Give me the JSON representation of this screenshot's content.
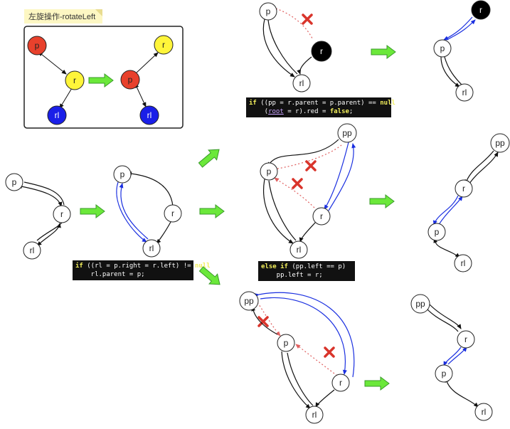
{
  "note": {
    "title": "左旋操作-rotateLeft"
  },
  "nodes": {
    "p": "p",
    "r": "r",
    "rl": "rl",
    "pp": "pp"
  },
  "code": {
    "block1": {
      "line1": {
        "a": "if",
        "b": " ((rl = p.right = r.left) != ",
        "c": "null",
        "d": ")"
      },
      "line2": {
        "a": "    rl.parent = p;"
      }
    },
    "block2": {
      "line1": {
        "a": "if",
        "b": " ((pp = r.parent = p.parent) == ",
        "c": "null",
        "d": ")"
      },
      "line2": {
        "a": "    (",
        "b": "root",
        "c": " = r).red = ",
        "d": "false",
        "e": ";"
      }
    },
    "block3": {
      "line1": {
        "a": "else if",
        "b": " (pp.left == p)"
      },
      "line2": {
        "a": "    pp.left = r;"
      }
    }
  },
  "colors": {
    "red_node": "#e8412c",
    "yellow_node": "#fff53a",
    "blue_node": "#1a1fe8",
    "black_node": "#000000",
    "arrow_green": "#6be83a",
    "link_blue": "#1a2fe0",
    "removed_red": "#e06060",
    "note_bg": "#fdf7c3"
  }
}
